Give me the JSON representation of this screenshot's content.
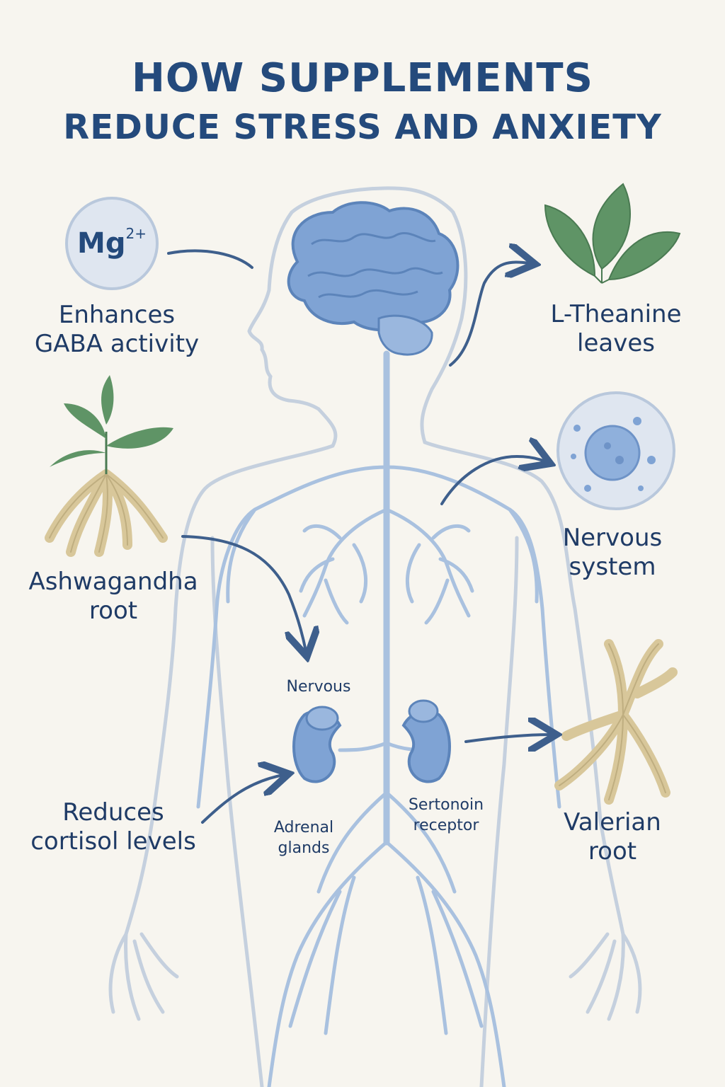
{
  "title": {
    "line1": "HOW SUPPLEMENTS",
    "line2": "REDUCE STRESS AND ANXIETY"
  },
  "magnesium": {
    "symbol": "Mg",
    "charge": "2+",
    "caption_line1": "Enhances",
    "caption_line2": "GABA activity"
  },
  "ltheanine": {
    "line1": "L-Theanine",
    "line2": "leaves"
  },
  "ashwagandha": {
    "line1": "Ashwagandha",
    "line2": "root"
  },
  "nervous_system": {
    "line1": "Nervous",
    "line2": "system"
  },
  "nervous_small": "Nervous",
  "cortisol": {
    "line1": "Reduces",
    "line2": "cortisol levels"
  },
  "adrenal": {
    "line1": "Adrenal",
    "line2": "glands"
  },
  "serotonin": {
    "line1": "Sertonoin",
    "line2": "receptor"
  },
  "valerian": {
    "line1": "Valerian",
    "line2": "root"
  },
  "colors": {
    "title": "#244a7c",
    "text": "#1f3b66",
    "nerve": "#a9c1df",
    "organ": "#7fa3d4",
    "leaf": "#5f9466",
    "root": "#d8c79a",
    "arrow": "#3e5f8c",
    "background": "#f7f5ef"
  },
  "icons": [
    "brain-icon",
    "kidney-icon",
    "leaf-icon",
    "root-icon",
    "cell-icon",
    "magnesium-icon",
    "body-outline"
  ]
}
